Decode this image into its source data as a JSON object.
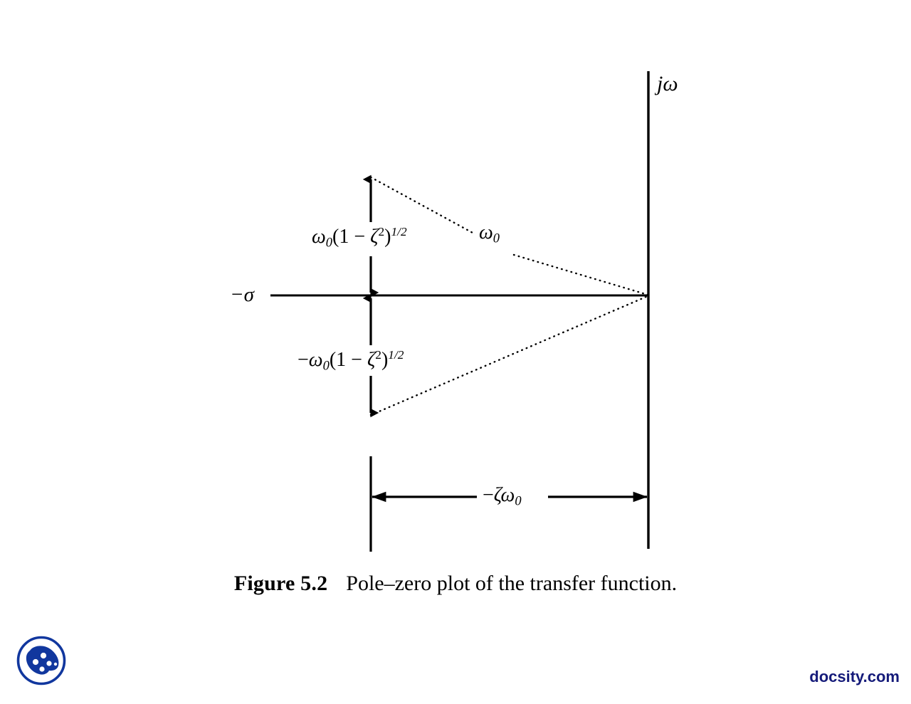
{
  "figure": {
    "caption_label": "Figure 5.2",
    "caption_text": "Pole–zero plot of the transfer function.",
    "axes": {
      "imaginary_axis_label": "jω",
      "real_axis_label": "−σ"
    },
    "annotations": {
      "damped_freq_positive": {
        "omega": "ω",
        "subscript": "0",
        "open_paren": "(1 ",
        "minus": "−",
        "zeta": " ζ",
        "zeta_power": "2",
        "close_paren": ")",
        "exponent": "1/2",
        "full_text": "ω₀(1 − ζ²)^(1/2)"
      },
      "damped_freq_negative": {
        "leading_minus": "−",
        "omega": "ω",
        "subscript": "0",
        "open_paren": "(1 ",
        "minus": "−",
        "zeta": " ζ",
        "zeta_power": "2",
        "close_paren": ")",
        "exponent": "1/2",
        "full_text": "−ω₀(1 − ζ²)^(1/2)"
      },
      "natural_frequency": {
        "omega": "ω",
        "subscript": "0",
        "full_text": "ω₀"
      },
      "real_part": {
        "leading_minus": "−",
        "zeta": "ζ",
        "omega": "ω",
        "subscript": "0",
        "full_text": "−ζω₀"
      }
    }
  },
  "branding": {
    "wordmark": "docsity.com",
    "logo_name": "docsity-logo",
    "logo_color": "#11379e",
    "wordmark_color": "#151b7a"
  },
  "chart_data": {
    "type": "scatter",
    "title": "Pole–zero plot of the transfer function",
    "xlabel": "−σ",
    "ylabel": "jω",
    "grid": false,
    "legend": null,
    "description": "Complex s-plane pole-zero plot of a second-order transfer function showing a conjugate pole pair located at -ζω₀ ± jω₀(1-ζ²)^(1/2), with dotted radial lines of length ω₀ drawn from the origin to each pole.",
    "poles": [
      {
        "label": "ω₀(1 − ζ²)^(1/2)",
        "real": "−ζω₀",
        "imag": "+ω₀(1 − ζ²)^(1/2)"
      },
      {
        "label": "−ω₀(1 − ζ²)^(1/2)",
        "real": "−ζω₀",
        "imag": "−ω₀(1 − ζ²)^(1/2)"
      }
    ],
    "zeros": [],
    "annotations": [
      {
        "name": "radial-distance",
        "text": "ω₀",
        "style": "dotted"
      },
      {
        "name": "imaginary-offset-positive",
        "text": "ω₀(1 − ζ²)^(1/2)",
        "style": "double-arrow"
      },
      {
        "name": "imaginary-offset-negative",
        "text": "−ω₀(1 − ζ²)^(1/2)",
        "style": "double-arrow"
      },
      {
        "name": "real-offset",
        "text": "−ζω₀",
        "style": "dimension-arrow"
      }
    ]
  }
}
